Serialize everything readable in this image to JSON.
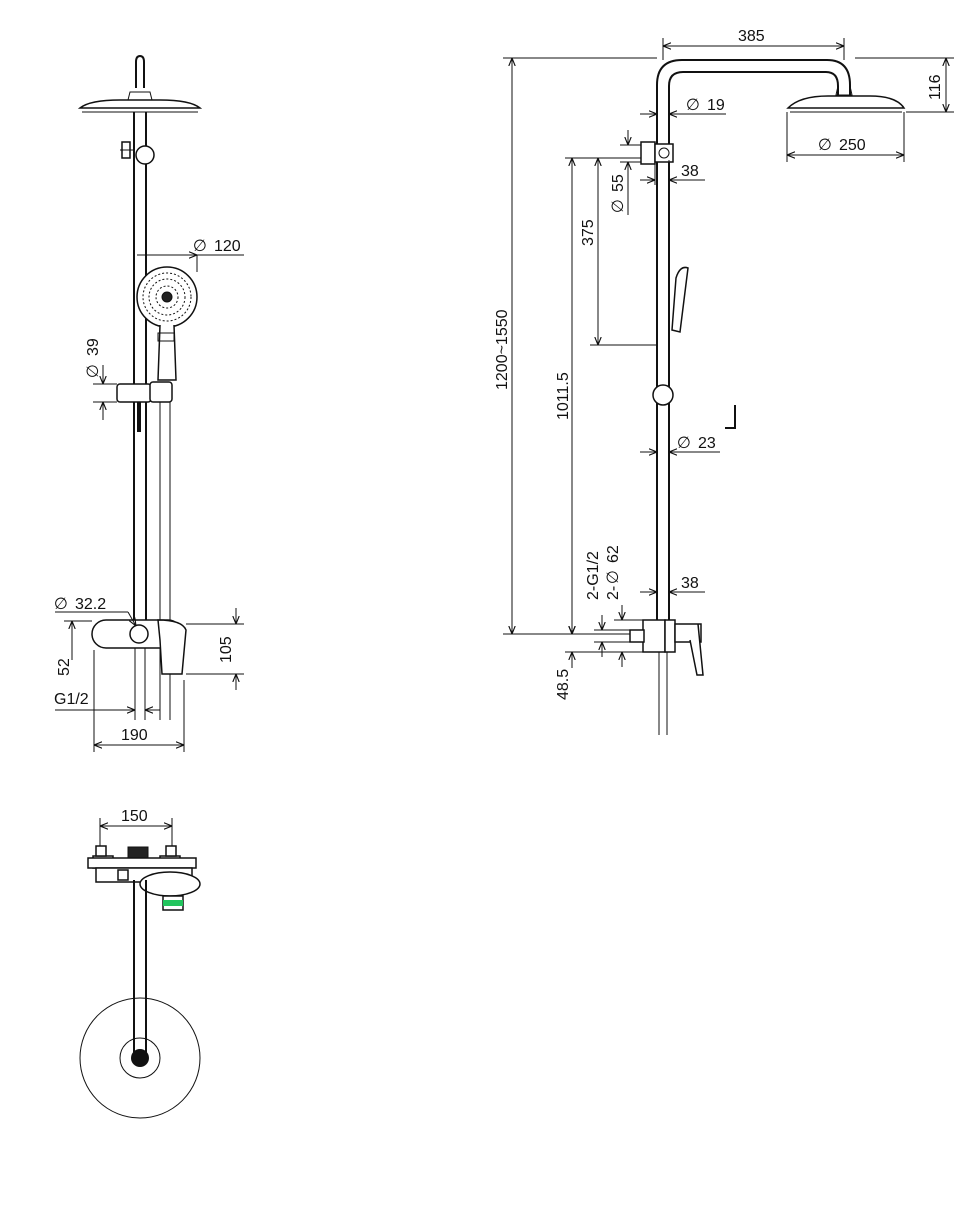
{
  "dims": {
    "d120": "120",
    "d39": "39",
    "d32_2": "32.2",
    "d52": "52",
    "d105": "105",
    "g12": "G1/2",
    "d190": "190",
    "d150": "150",
    "d385": "385",
    "d116": "116",
    "d19": "19",
    "d250": "250",
    "d38a": "38",
    "d55": "55",
    "d375": "375",
    "height_range": "1200~1550",
    "d1011_5": "1011.5",
    "d23": "23",
    "g12_2": "2-G1/2",
    "d62_2": "2-",
    "d62": "62",
    "d38b": "38",
    "d48_5": "48.5"
  },
  "diameter_symbol": "∅",
  "colors": {
    "line": "#111111",
    "accent_green": "#22c55e"
  }
}
